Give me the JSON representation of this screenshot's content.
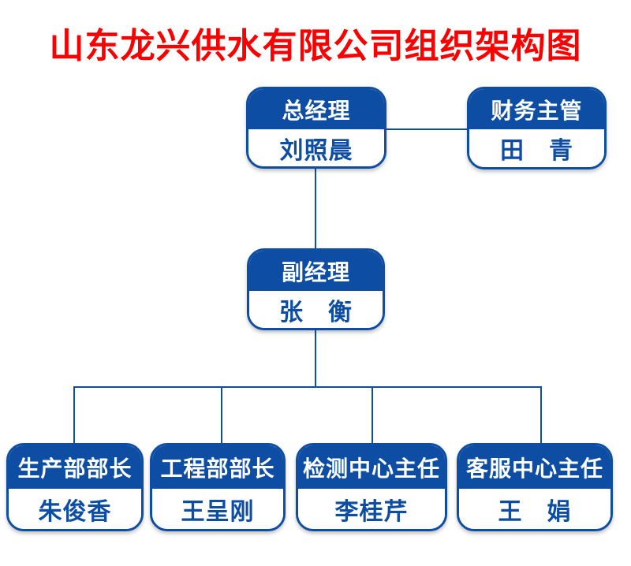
{
  "title": "山东龙兴供水有限公司组织架构图",
  "colors": {
    "primary_blue": "#0d4da4",
    "title_red": "#fa0000",
    "background": "#ffffff"
  },
  "nodes": [
    {
      "id": "general-manager",
      "role": "总经理",
      "name": "刘照晨"
    },
    {
      "id": "finance-supervisor",
      "role": "财务主管",
      "name": "田　青"
    },
    {
      "id": "deputy-manager",
      "role": "副经理",
      "name": "张　衡"
    },
    {
      "id": "production-dept-head",
      "role": "生产部部长",
      "name": "朱俊香"
    },
    {
      "id": "engineering-dept-head",
      "role": "工程部部长",
      "name": "王呈刚"
    },
    {
      "id": "testing-center-director",
      "role": "检测中心主任",
      "name": "李桂芹"
    },
    {
      "id": "service-center-director",
      "role": "客服中心主任",
      "name": "王　娟"
    }
  ]
}
